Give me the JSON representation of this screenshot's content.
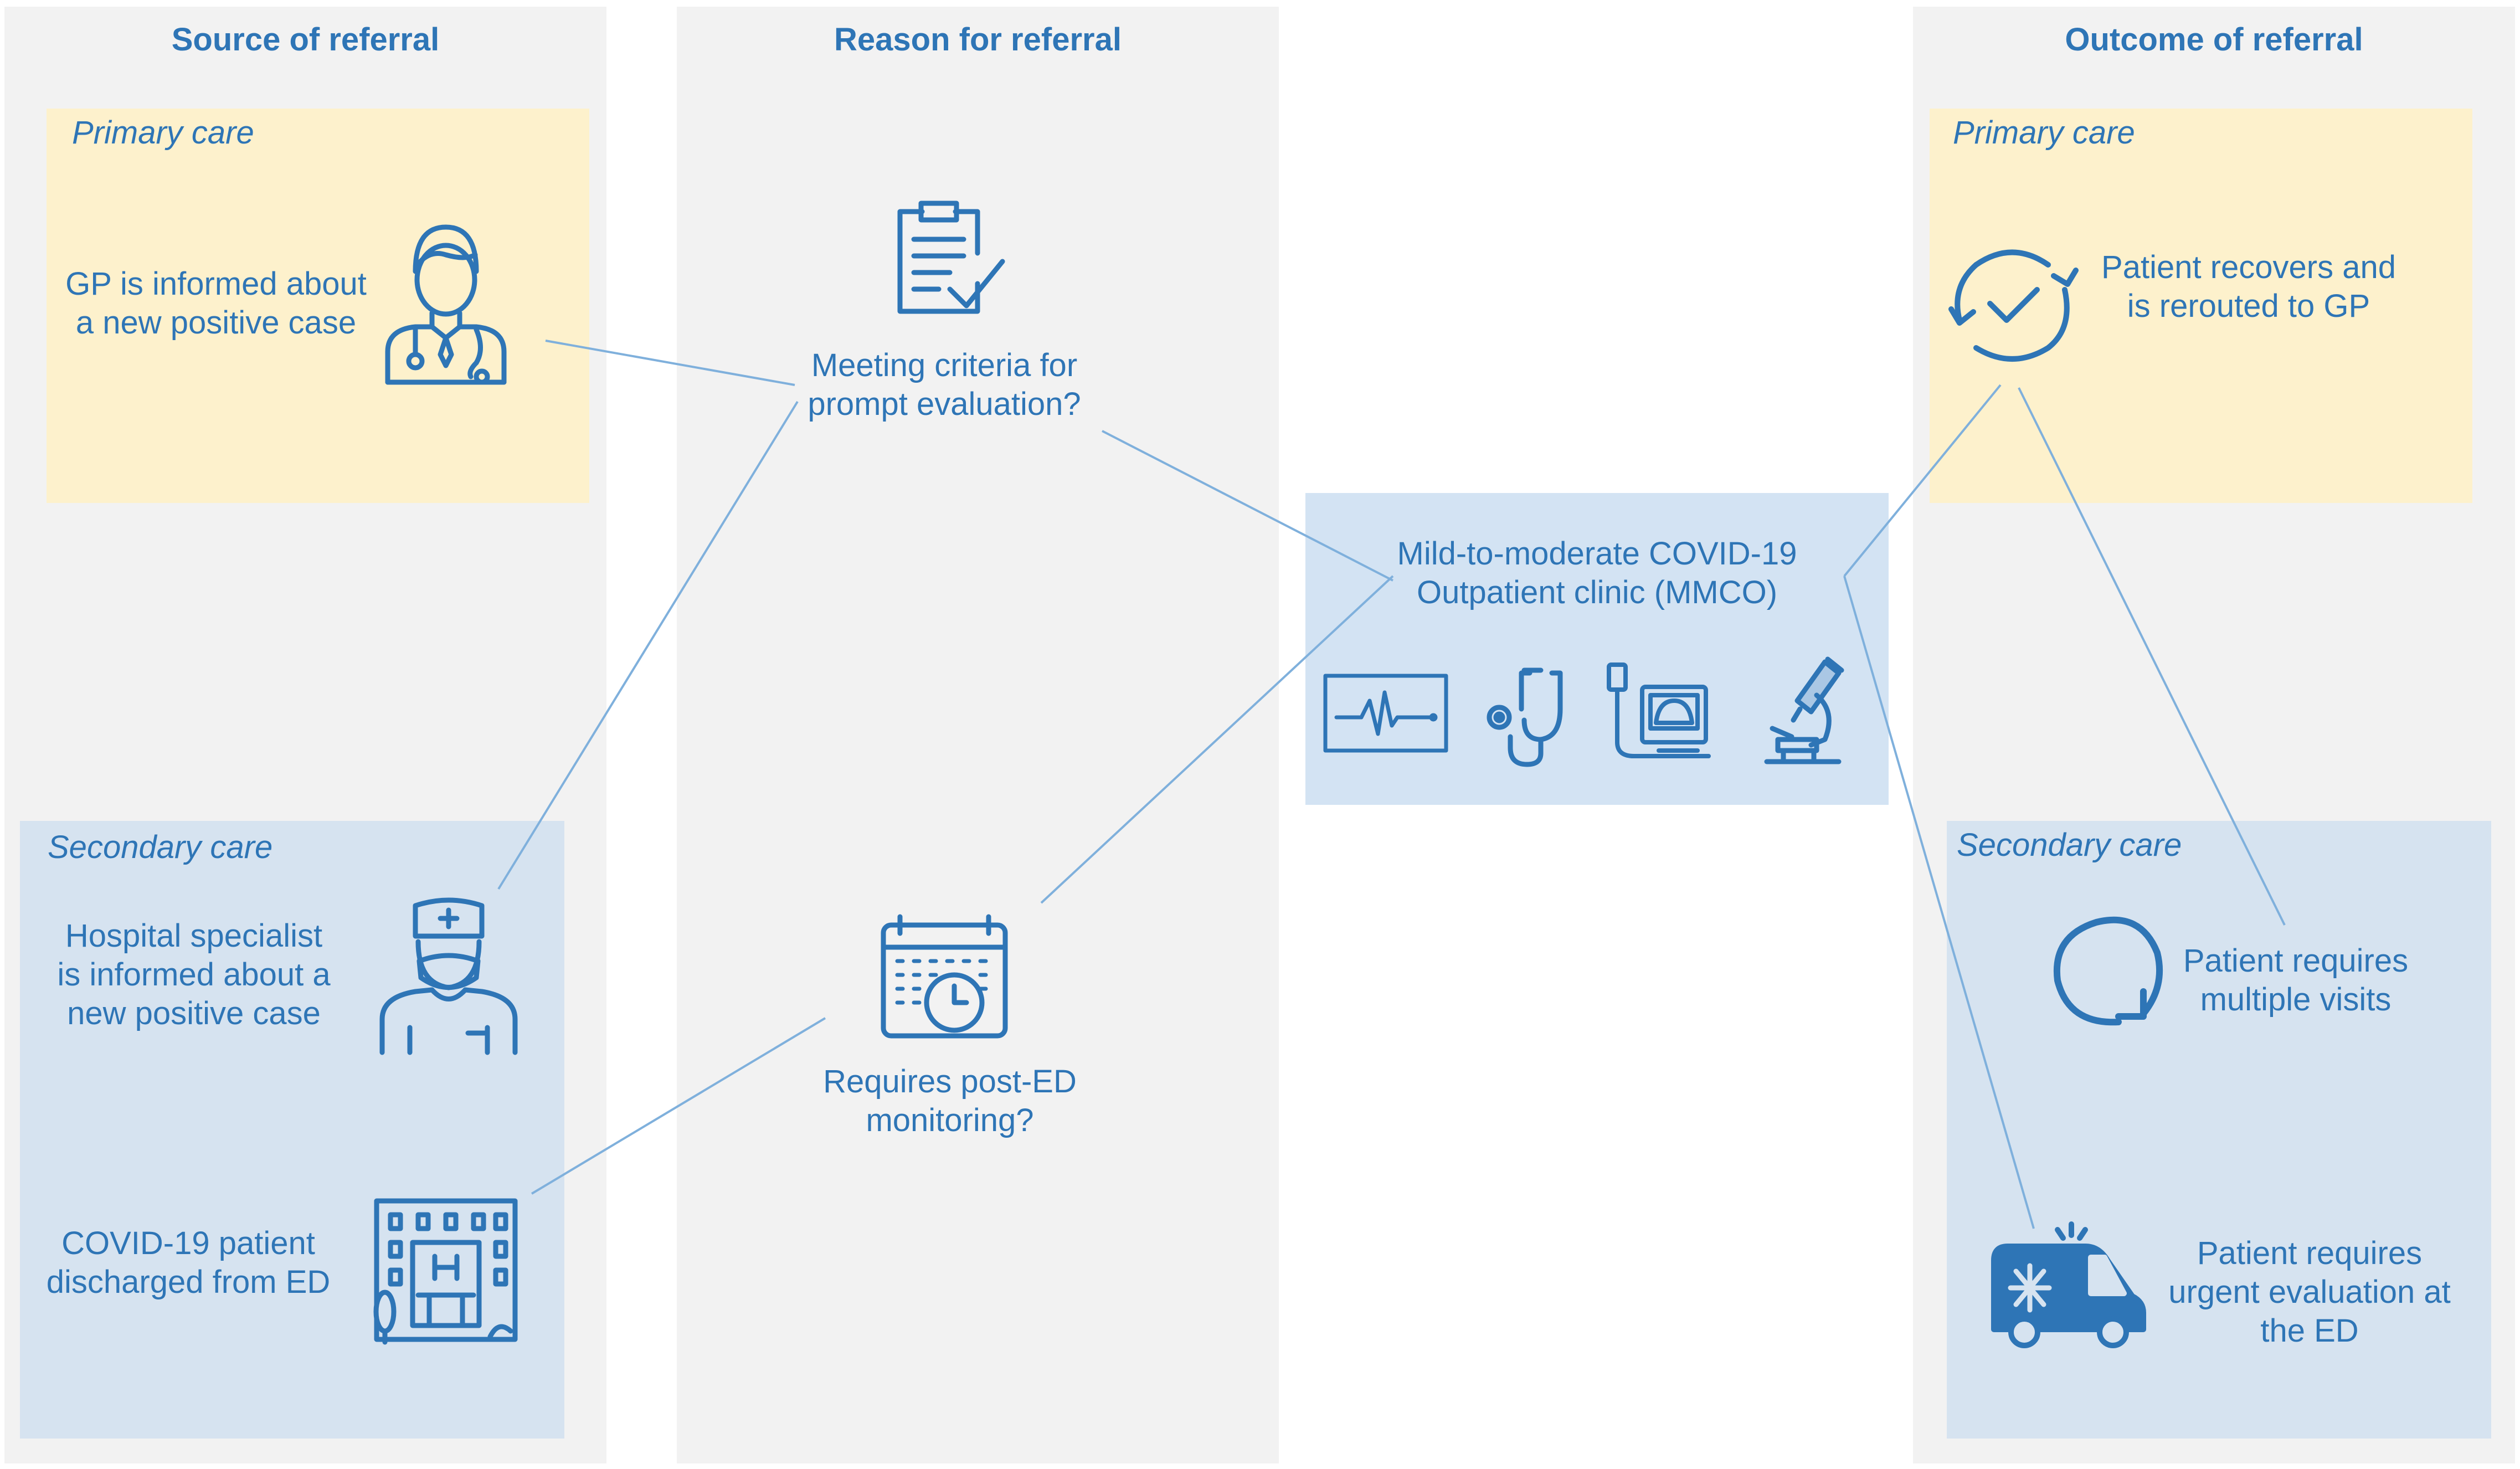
{
  "columns": {
    "source": "Source of referral",
    "reason": "Reason for referral",
    "outcome": "Outcome of referral"
  },
  "source": {
    "primary_label": "Primary care",
    "gp_text": [
      "GP is informed about",
      "a new positive case"
    ],
    "secondary_label": "Secondary care",
    "specialist_text": [
      "Hospital specialist",
      "is informed about a",
      "new positive case"
    ],
    "discharged_text": [
      "COVID-19 patient",
      "discharged from ED"
    ]
  },
  "reason": {
    "criteria_text": [
      "Meeting criteria for",
      "prompt evaluation?"
    ],
    "monitoring_text": [
      "Requires post-ED",
      "monitoring?"
    ]
  },
  "clinic": {
    "text": [
      "Mild-to-moderate COVID-19",
      "Outpatient clinic (MMCO)"
    ]
  },
  "outcome": {
    "primary_label": "Primary care",
    "recovers_text": [
      "Patient recovers and",
      "is rerouted to GP"
    ],
    "secondary_label": "Secondary care",
    "multiple_text": [
      "Patient requires",
      "multiple visits"
    ],
    "urgent_text": [
      "Patient requires",
      "urgent evaluation at",
      "the ED"
    ]
  },
  "colors": {
    "accent": "#2e75b6",
    "column_bg": "#f2f2f2",
    "primary_bg": "#fdf1cc",
    "secondary_bg": "#d6e3f0",
    "line": "#7fb0dc"
  },
  "icons": [
    "doctor-icon",
    "clipboard-check-icon",
    "nurse-icon",
    "calendar-clock-icon",
    "hospital-building-icon",
    "ecg-monitor-icon",
    "stethoscope-icon",
    "ultrasound-icon",
    "microscope-icon",
    "refresh-check-icon",
    "revisit-arrow-icon",
    "ambulance-icon"
  ]
}
